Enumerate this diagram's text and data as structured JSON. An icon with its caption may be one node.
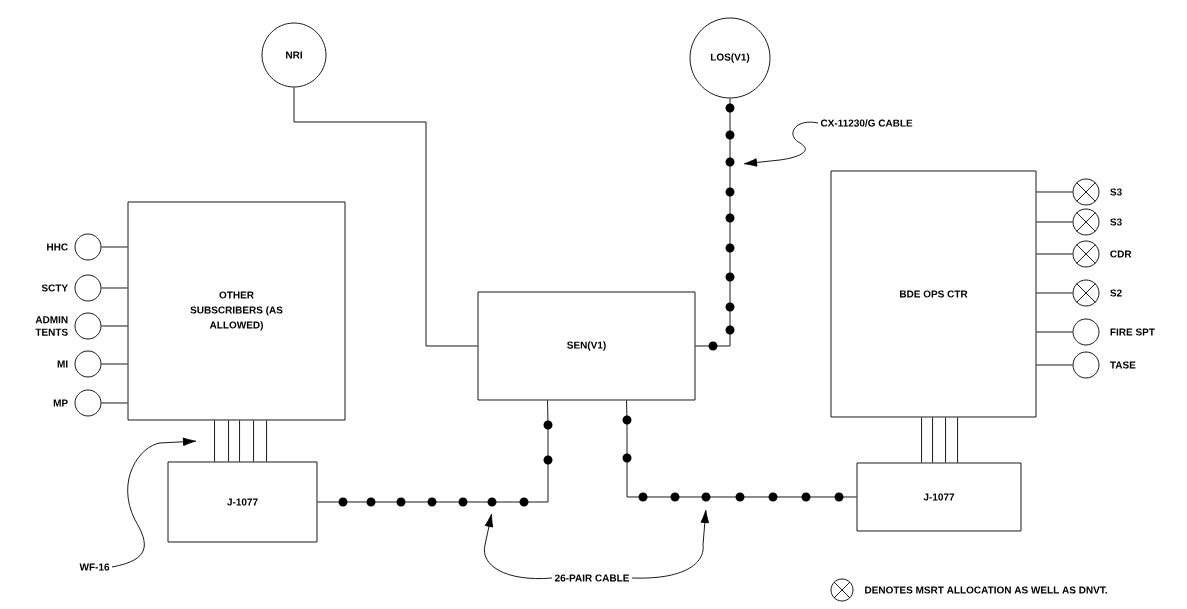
{
  "diagram": {
    "nodes": [
      {
        "text": [
          "NRI"
        ]
      },
      {
        "text": [
          "LOS(V1)"
        ]
      },
      {
        "text": [
          "OTHER SUBSCRIBERS (AS ALLOWED)"
        ]
      },
      {
        "text": [],
        "shape": "circle",
        "beside": [
          "HHC"
        ]
      },
      {
        "text": [],
        "shape": "circle",
        "beside": [
          "SCTY"
        ]
      },
      {
        "text": [],
        "shape": "circle",
        "beside": [
          "ADMIN TENTS"
        ]
      },
      {
        "text": [],
        "shape": "circle",
        "beside": [
          "MI"
        ]
      },
      {
        "text": [],
        "shape": "circle",
        "beside": [
          "MP"
        ]
      },
      {
        "text": [
          "SEN(V1)"
        ]
      },
      {
        "text": [
          "BDE OPS CTR"
        ]
      },
      {
        "text": [],
        "shape": "crossed-circle",
        "beside": [
          "S3"
        ]
      },
      {
        "text": [],
        "shape": "crossed-circle",
        "beside": [
          "S3"
        ]
      },
      {
        "text": [],
        "shape": "crossed-circle",
        "beside": [
          "CDR"
        ]
      },
      {
        "text": [],
        "shape": "crossed-circle",
        "beside": [
          "S2"
        ]
      },
      {
        "text": [],
        "shape": "circle",
        "beside": [
          "FIRE SPT"
        ]
      },
      {
        "text": [],
        "shape": "circle",
        "beside": [
          "TASE"
        ]
      },
      {
        "text": [
          "J-1077"
        ]
      },
      {
        "text": [
          "J-1077"
        ]
      },
      {
        "text": [
          "CX-11230/G CABLE"
        ]
      },
      {
        "text": [
          "WF-16"
        ]
      },
      {
        "text": [
          "26-PAIR CABLE"
        ]
      }
    ],
    "edges": [
      {
        "from": 0,
        "to": 8,
        "arrow": "none"
      },
      {
        "from": 1,
        "to": 8,
        "arrow": "none"
      },
      {
        "from": 16,
        "to": 8,
        "arrow": "none"
      },
      {
        "from": 8,
        "to": 17,
        "arrow": "none"
      },
      {
        "from": 2,
        "to": 16,
        "arrow": "none"
      },
      {
        "from": 2,
        "to": 16,
        "arrow": "none"
      },
      {
        "from": 2,
        "to": 16,
        "arrow": "none"
      },
      {
        "from": 2,
        "to": 16,
        "arrow": "none"
      },
      {
        "from": 2,
        "to": 16,
        "arrow": "none"
      },
      {
        "from": 9,
        "to": 17,
        "arrow": "none"
      },
      {
        "from": 9,
        "to": 17,
        "arrow": "none"
      },
      {
        "from": 9,
        "to": 17,
        "arrow": "none"
      },
      {
        "from": 9,
        "to": 17,
        "arrow": "none"
      },
      {
        "from": 3,
        "to": 2,
        "arrow": "none"
      },
      {
        "from": 4,
        "to": 2,
        "arrow": "none"
      },
      {
        "from": 5,
        "to": 2,
        "arrow": "none"
      },
      {
        "from": 6,
        "to": 2,
        "arrow": "none"
      },
      {
        "from": 7,
        "to": 2,
        "arrow": "none"
      },
      {
        "from": 10,
        "to": 9,
        "arrow": "none"
      },
      {
        "from": 11,
        "to": 9,
        "arrow": "none"
      },
      {
        "from": 12,
        "to": 9,
        "arrow": "none"
      },
      {
        "from": 13,
        "to": 9,
        "arrow": "none"
      },
      {
        "from": 14,
        "to": 9,
        "arrow": "none"
      },
      {
        "from": 15,
        "to": 9,
        "arrow": "none"
      },
      {
        "from": 18,
        "to": null,
        "arrow": "to"
      },
      {
        "from": 19,
        "to": null,
        "arrow": "to"
      },
      {
        "from": 20,
        "to": null,
        "arrow": "to"
      },
      {
        "from": 20,
        "to": null,
        "arrow": "to"
      }
    ],
    "legend": [
      {
        "text": "DENOTES MSRT ALLOCATION AS WELL AS DNVT."
      }
    ]
  }
}
